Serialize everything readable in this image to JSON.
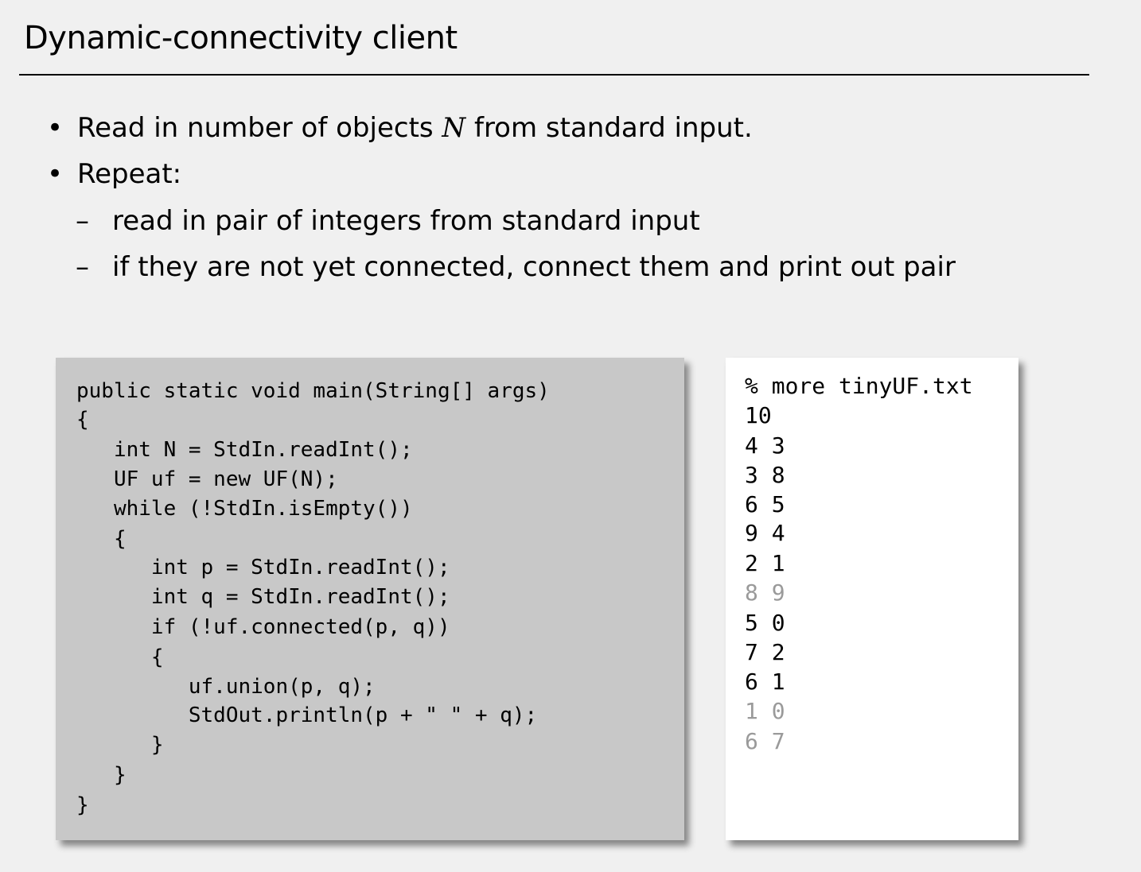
{
  "slide": {
    "title": "Dynamic-connectivity client"
  },
  "bullets": [
    {
      "marker": "•",
      "before": "Read in number of objects ",
      "math": "N",
      "after": " from standard input."
    },
    {
      "marker": "•",
      "text": "Repeat:"
    },
    {
      "marker": "–",
      "text": "read in pair of integers from standard input"
    },
    {
      "marker": "–",
      "text": "if they are not yet connected, connect them and print out pair"
    }
  ],
  "code": {
    "lines": [
      "public static void main(String[] args)",
      "{",
      "   int N = StdIn.readInt();",
      "   UF uf = new UF(N);",
      "   while (!StdIn.isEmpty())",
      "   {",
      "      int p = StdIn.readInt();",
      "      int q = StdIn.readInt();",
      "      if (!uf.connected(p, q))",
      "      {",
      "         uf.union(p, q);",
      "         StdOut.println(p + \" \" + q);",
      "      }",
      "   }",
      "}"
    ]
  },
  "terminal": {
    "command": "% more tinyUF.txt",
    "count": "10",
    "pairs": [
      {
        "text": "4 3",
        "muted": false
      },
      {
        "text": "3 8",
        "muted": false
      },
      {
        "text": "6 5",
        "muted": false
      },
      {
        "text": "9 4",
        "muted": false
      },
      {
        "text": "2 1",
        "muted": false
      },
      {
        "text": "8 9",
        "muted": true
      },
      {
        "text": "5 0",
        "muted": false
      },
      {
        "text": "7 2",
        "muted": false
      },
      {
        "text": "6 1",
        "muted": false
      },
      {
        "text": "1 0",
        "muted": true
      },
      {
        "text": "6 7",
        "muted": true
      }
    ]
  },
  "colors": {
    "background": "#f0f0f0",
    "code_panel": "#c8c8c8",
    "muted_text": "#9a9a9a"
  }
}
